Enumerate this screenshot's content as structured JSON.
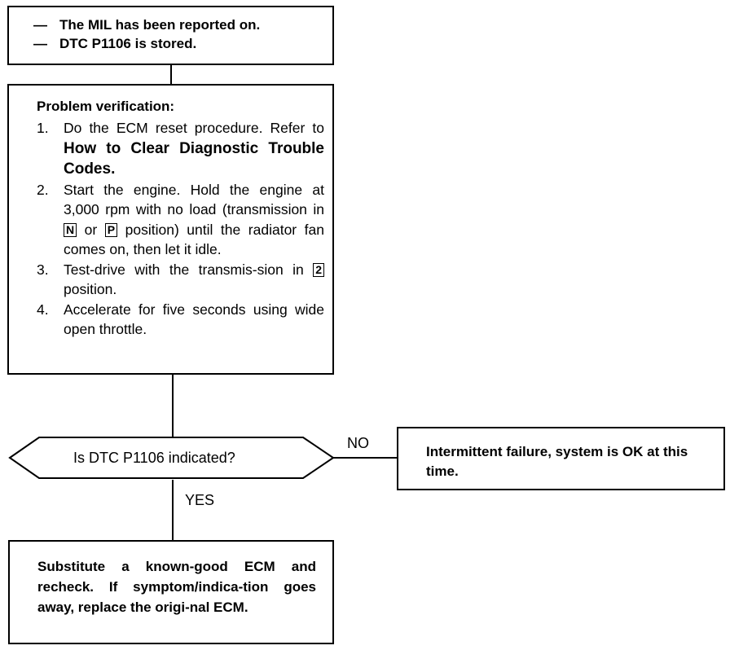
{
  "start_box": {
    "dash": "—",
    "lines": [
      "The MIL has been reported on.",
      "DTC P1106 is stored."
    ]
  },
  "verification_box": {
    "heading": "Problem verification:",
    "steps": [
      {
        "num": "1.",
        "text_a": "Do the ECM reset procedure. Refer to ",
        "text_bold": "How to Clear Diagnostic Trouble Codes."
      },
      {
        "num": "2.",
        "text_a": "Start the engine. Hold the engine at 3,000 rpm with no load (transmission in ",
        "key_n": "N",
        "text_or": " or ",
        "key_p": "P",
        "text_b": " position) until the radiator fan comes on, then let it idle."
      },
      {
        "num": "3.",
        "text_a": "Test-drive with the transmis-sion in ",
        "key_2": "2",
        "text_b": " position."
      },
      {
        "num": "4.",
        "text_a": "Accelerate for five seconds using wide open throttle."
      }
    ]
  },
  "decision": {
    "question": "Is DTC P1106 indicated?",
    "no_label": "NO",
    "yes_label": "YES"
  },
  "no_box": {
    "text": "Intermittent failure, system is OK at this time."
  },
  "yes_box": {
    "text": "Substitute a known-good ECM and recheck. If symptom/indica-tion goes away, replace the origi-nal ECM."
  }
}
